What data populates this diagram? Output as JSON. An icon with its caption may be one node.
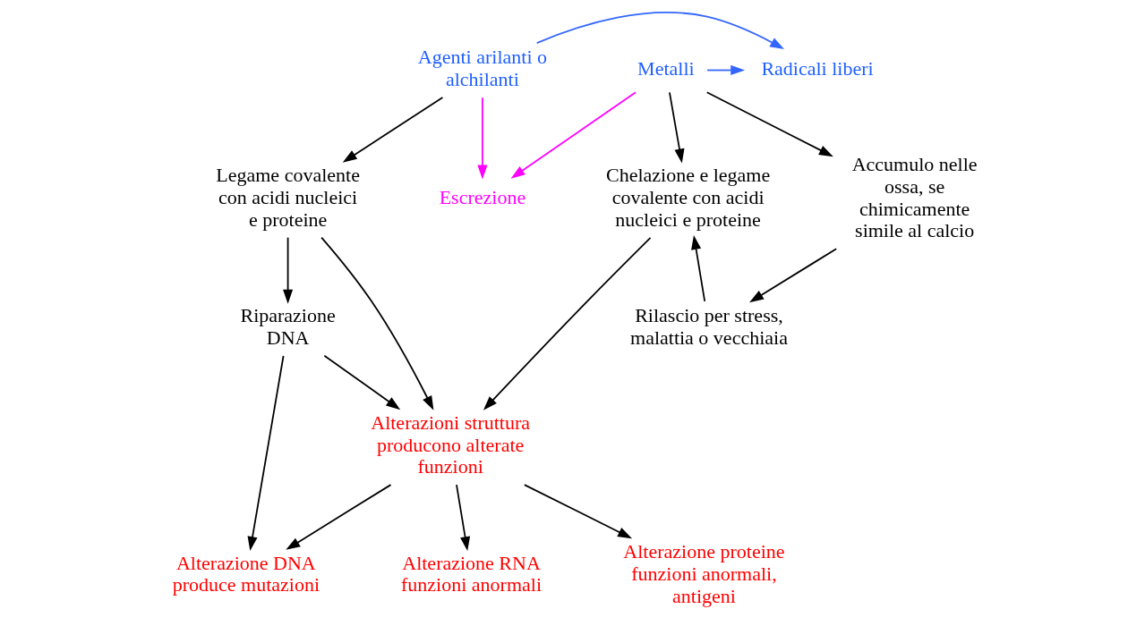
{
  "diagram": {
    "nodes": [
      {
        "text": [
          "Agenti arilanti o alchilanti"
        ]
      },
      {
        "text": [
          "Radicali liberi"
        ]
      },
      {
        "text": [
          "Metalli"
        ]
      },
      {
        "text": [
          "Escrezione"
        ]
      },
      {
        "text": [
          "Legame covalente con acidi nucleici e proteine"
        ]
      },
      {
        "text": [
          "Chelazione e legame covalente con acidi nucleici e proteine"
        ]
      },
      {
        "text": [
          "Accumulo nelle ossa, se chimicamente simile al calcio"
        ]
      },
      {
        "text": [
          "Rilascio per stress, malattia o vecchiaia"
        ]
      },
      {
        "text": [
          "Riparazione DNA"
        ]
      },
      {
        "text": [
          "Alterazioni struttura producono alterate funzioni"
        ]
      },
      {
        "text": [
          "Alterazione DNA produce mutazioni"
        ]
      },
      {
        "text": [
          "Alterazione RNA funzioni anormali"
        ]
      },
      {
        "text": [
          "Alterazione proteine funzioni anormali, antigeni"
        ]
      }
    ],
    "edges": [
      {
        "from": 0,
        "to": 1,
        "arrow": "to",
        "color": "#3366ff"
      },
      {
        "from": 0,
        "to": 3,
        "arrow": "to",
        "color": "#ff00ff"
      },
      {
        "from": 2,
        "to": 1,
        "arrow": "to",
        "color": "#3366ff"
      },
      {
        "from": 2,
        "to": 3,
        "arrow": "to",
        "color": "#ff00ff"
      },
      {
        "from": 0,
        "to": 4,
        "arrow": "to"
      },
      {
        "from": 2,
        "to": 5,
        "arrow": "to"
      },
      {
        "from": 2,
        "to": 6,
        "arrow": "to"
      },
      {
        "from": 4,
        "to": 8,
        "arrow": "to"
      },
      {
        "from": 4,
        "to": 9,
        "arrow": "to"
      },
      {
        "from": 5,
        "to": 9,
        "arrow": "to"
      },
      {
        "from": 6,
        "to": 7,
        "arrow": "to"
      },
      {
        "from": 7,
        "to": 5,
        "arrow": "to"
      },
      {
        "from": 8,
        "to": 9,
        "arrow": "to"
      },
      {
        "from": 8,
        "to": 10,
        "arrow": "to"
      },
      {
        "from": 9,
        "to": 10,
        "arrow": "to"
      },
      {
        "from": 9,
        "to": 11,
        "arrow": "to"
      },
      {
        "from": 9,
        "to": 12,
        "arrow": "to"
      }
    ]
  }
}
